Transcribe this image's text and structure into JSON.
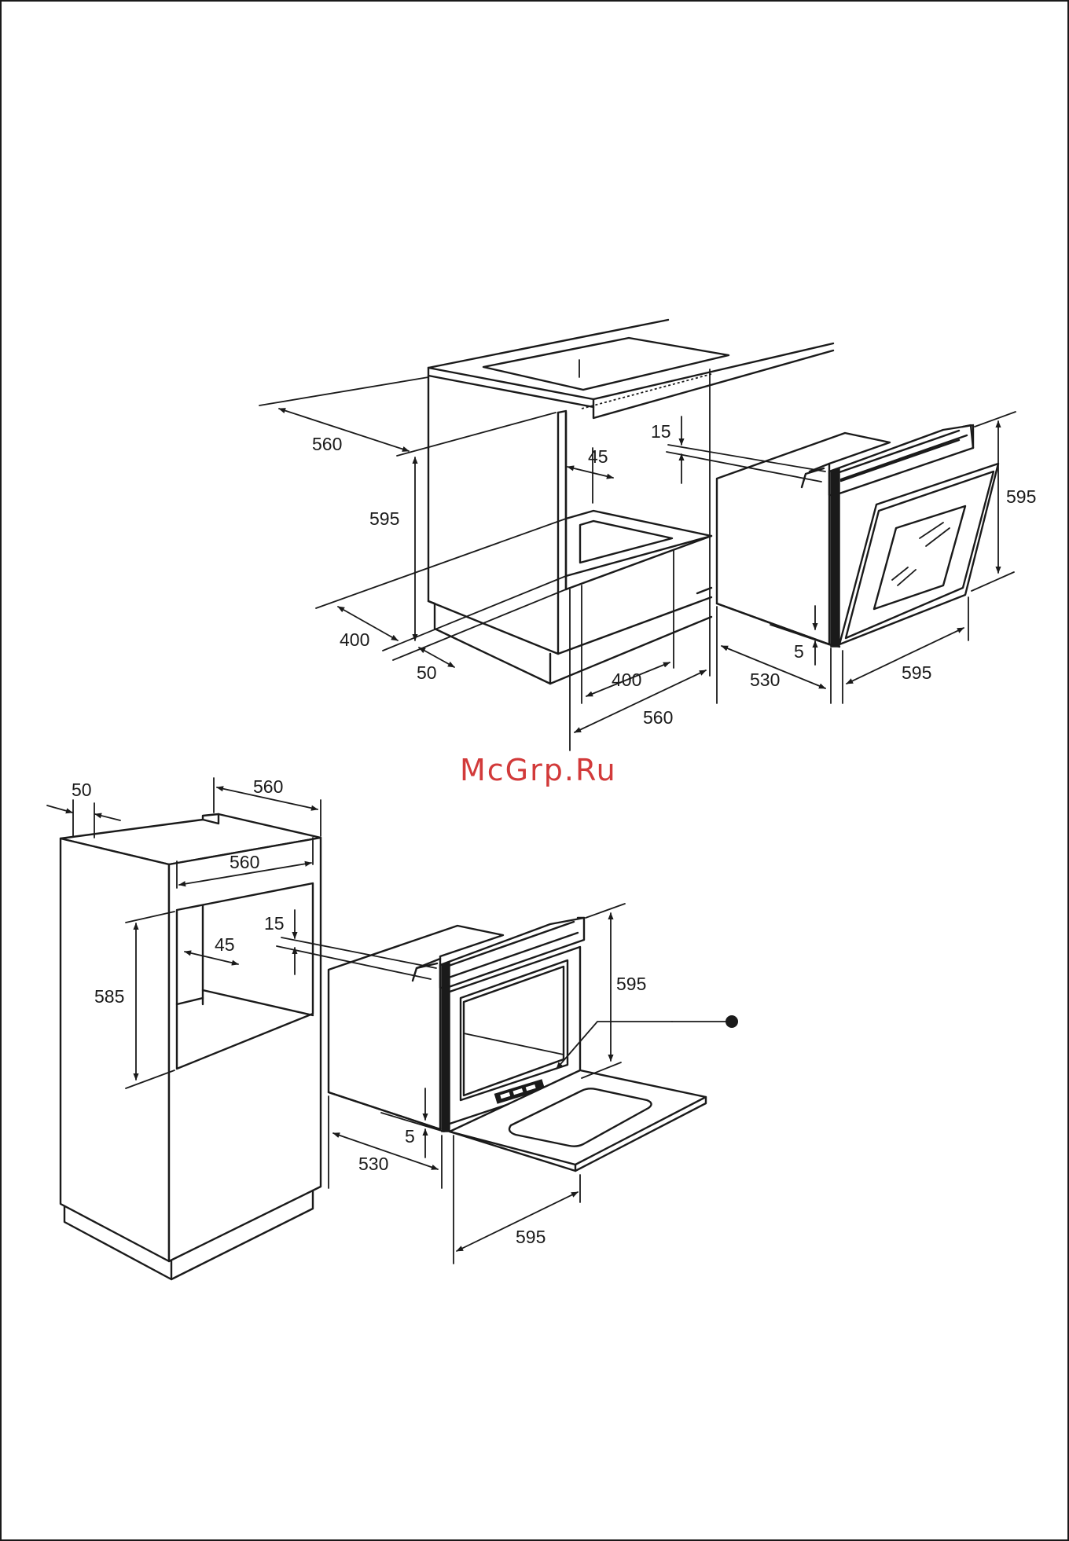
{
  "watermark": "McGrp.Ru",
  "colors": {
    "line": "#1a1a1a",
    "background": "#ffffff",
    "watermark": "#d23a3a"
  },
  "top_diagram": {
    "cabinet_depth": "560",
    "cabinet_height": "595",
    "side_offset": "45",
    "lower_depth": "400",
    "lower_gap": "50",
    "floor_depth": "400",
    "floor_width": "560",
    "oven_top_gap": "15",
    "oven_height": "595",
    "oven_bottom_gap": "5",
    "oven_depth": "530",
    "oven_width": "595"
  },
  "bottom_diagram": {
    "side_gap": "50",
    "column_depth": "560",
    "niche_width": "560",
    "niche_height": "585",
    "side_offset": "45",
    "oven_top_gap": "15",
    "oven_height": "595",
    "oven_bottom_gap": "5",
    "oven_depth": "530",
    "oven_width": "595"
  }
}
